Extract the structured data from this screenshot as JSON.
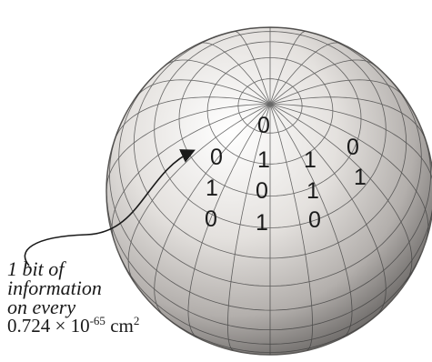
{
  "bits": {
    "row0": [
      "0"
    ],
    "row1": [
      "0",
      "1",
      "1",
      "0"
    ],
    "row2": [
      "1",
      "0",
      "1",
      "1"
    ],
    "row3": [
      "0",
      "1",
      "0"
    ]
  },
  "caption": {
    "line1": "1 bit of",
    "line2": "information",
    "line3": "on every",
    "area_mantissa": "0.724 × 10",
    "area_exponent": "-65",
    "area_unit": " cm",
    "area_unit_power": "2"
  },
  "colors": {
    "sphere_highlight": "#ffffff",
    "sphere_mid": "#d2cfcc",
    "sphere_shadow": "#6e6b69",
    "grid_line": "#3a3a3a",
    "text": "#1a1a1a"
  }
}
